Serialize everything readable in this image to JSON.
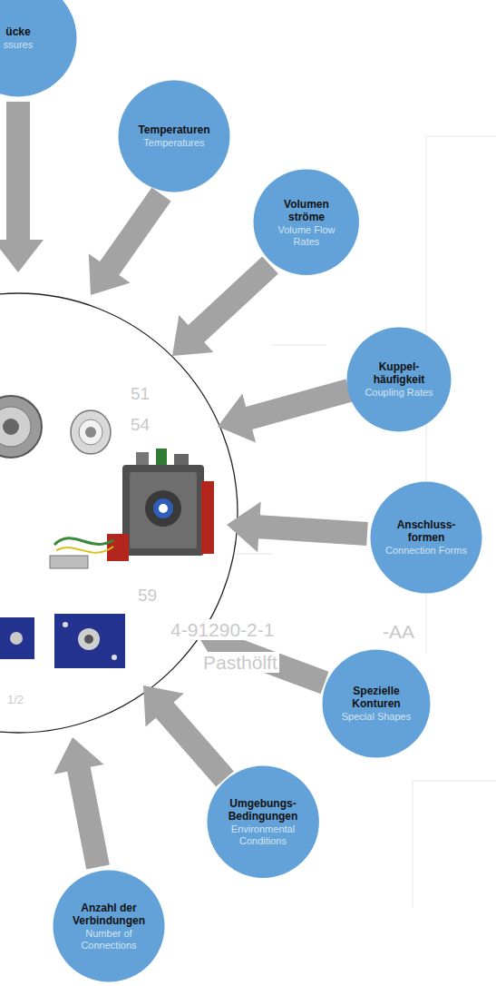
{
  "diagram": {
    "nodes": [
      {
        "text": [
          "ücke",
          "ssures"
        ]
      },
      {
        "text": [
          "Temperaturen",
          "Temperatures"
        ]
      },
      {
        "text": [
          "Volumen ströme",
          "Volume Flow Rates"
        ]
      },
      {
        "text": [
          "Kuppel- häufigkeit",
          "Coupling Rates"
        ]
      },
      {
        "text": [
          "Anschluss- formen",
          "Connection Forms"
        ]
      },
      {
        "text": [
          "Spezielle Konturen",
          "Special Shapes"
        ]
      },
      {
        "text": [
          "Umgebungs- Bedingungen",
          "Environmental Conditions"
        ]
      },
      {
        "text": [
          "Anzahl der Verbindungen",
          "Number of Connections"
        ]
      }
    ],
    "labels": [
      "51",
      "54",
      "59",
      "4-91290-2-1",
      "-AA",
      "Pasthölft",
      "1/2"
    ]
  }
}
